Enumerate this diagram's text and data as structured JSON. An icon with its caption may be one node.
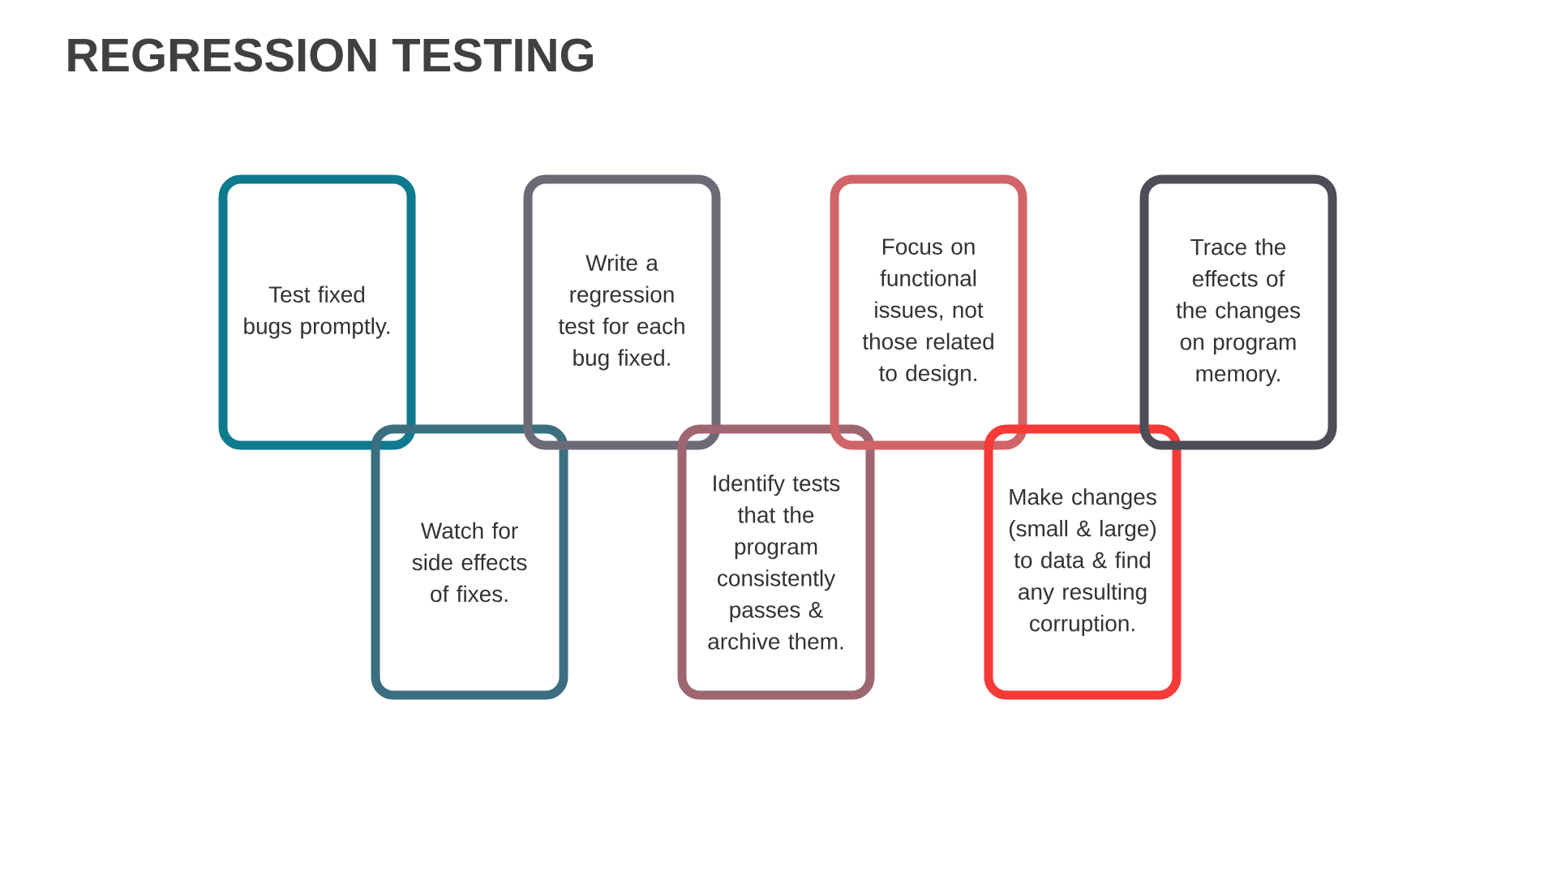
{
  "diagram": {
    "title": "REGRESSION TESTING",
    "nodes": [
      {
        "text": [
          "Test fixed bugs promptly."
        ]
      },
      {
        "text": [
          "Watch for side effects of fixes."
        ]
      },
      {
        "text": [
          "Write a regression test for each bug fixed."
        ]
      },
      {
        "text": [
          "Identify tests that the program consistently passes & archive them."
        ]
      },
      {
        "text": [
          "Focus on functional issues, not those related to design."
        ]
      },
      {
        "text": [
          "Make changes (small & large) to data & find any resulting corruption."
        ]
      },
      {
        "text": [
          "Trace the effects of the changes on program memory."
        ]
      }
    ]
  }
}
